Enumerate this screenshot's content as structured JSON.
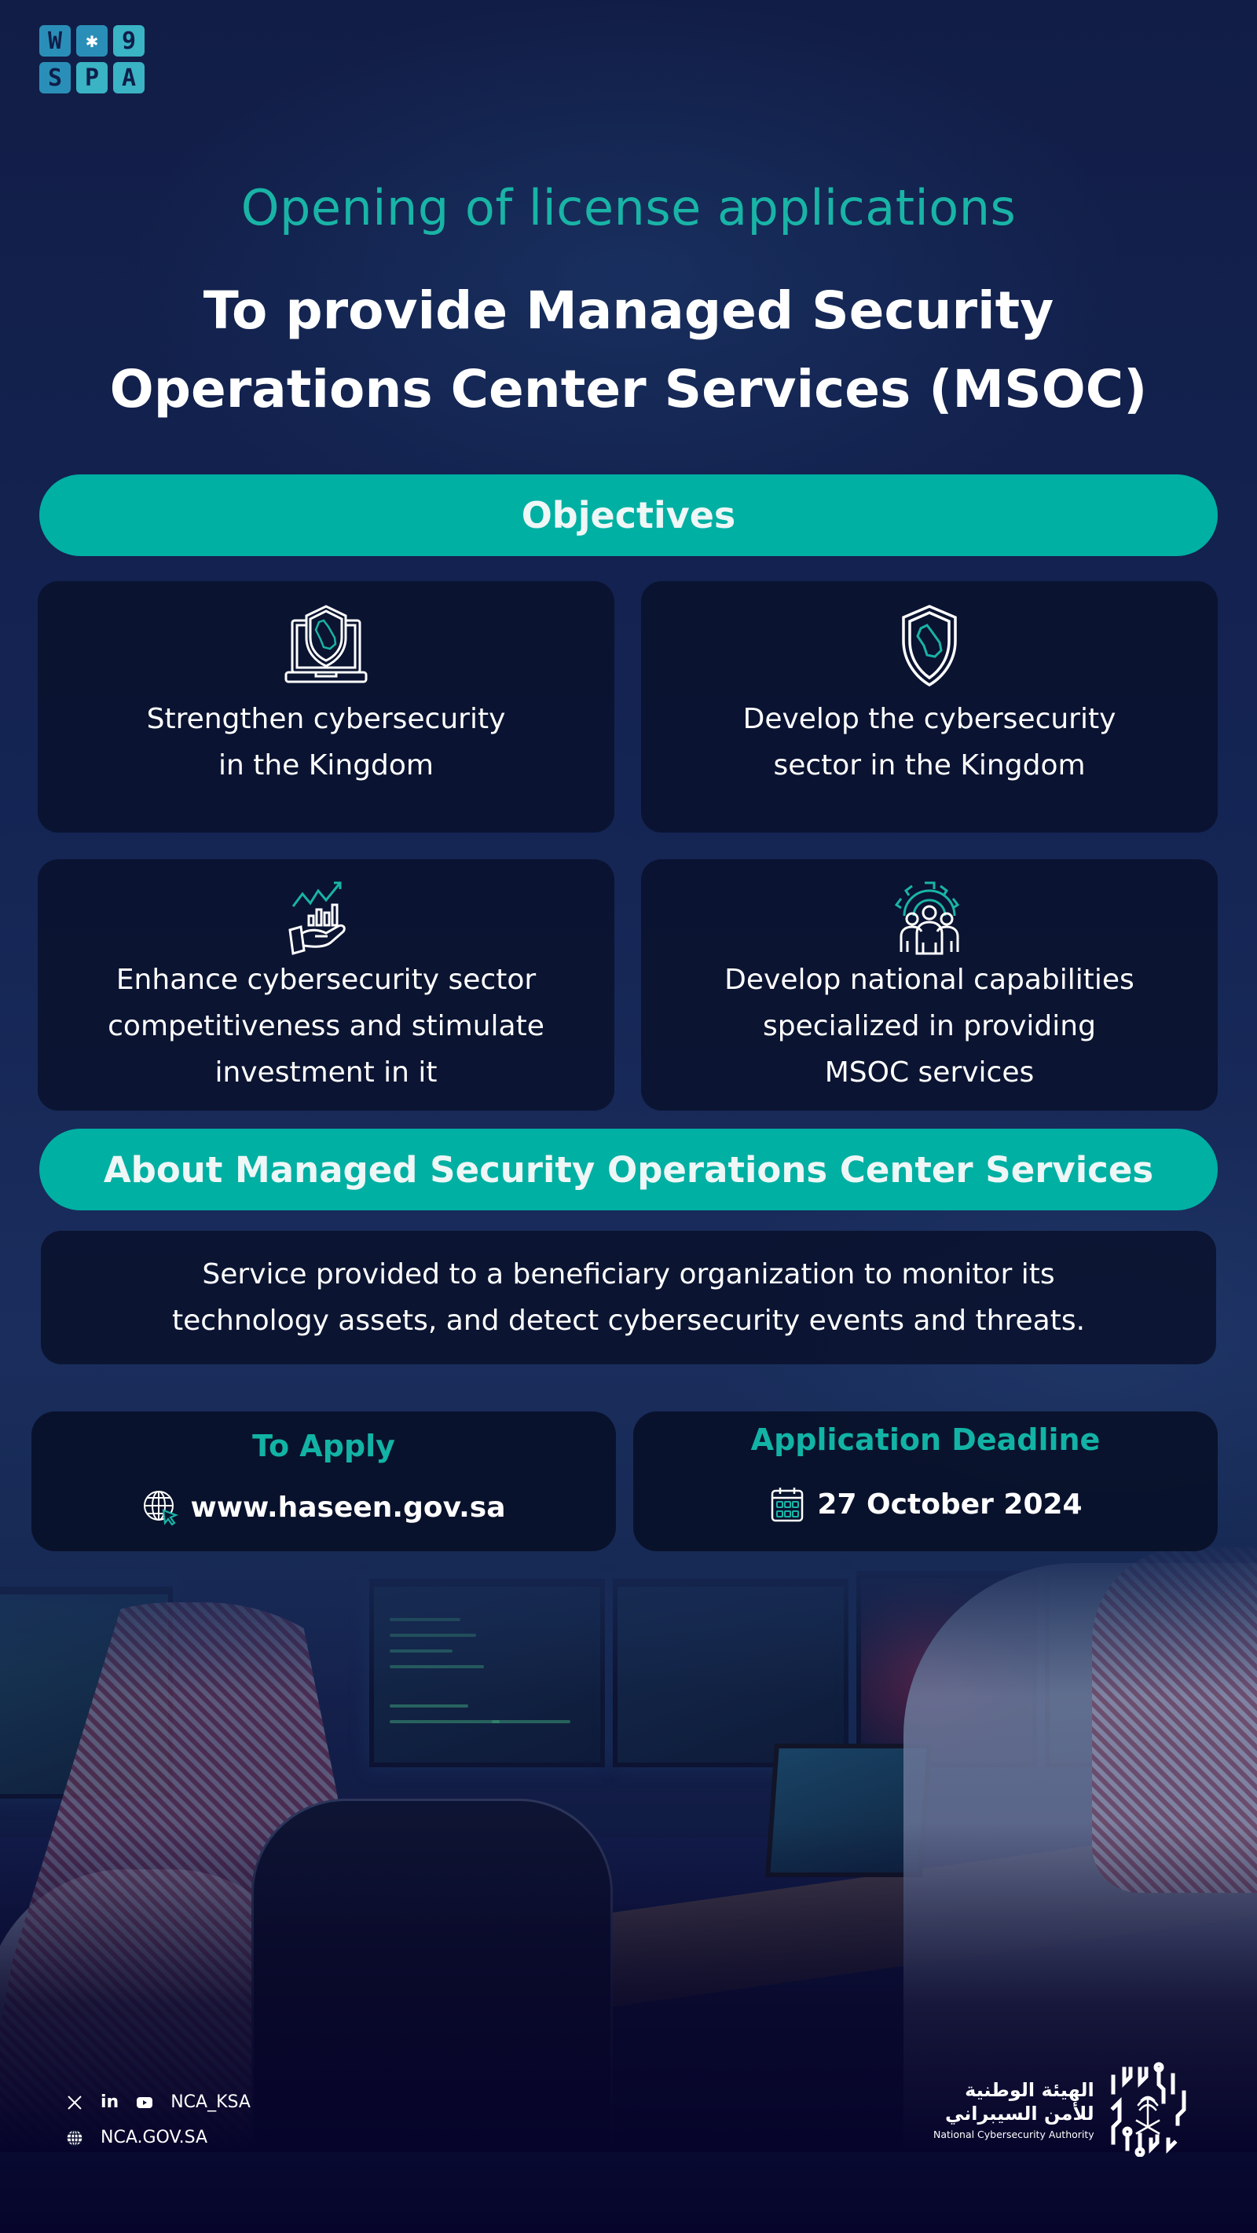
{
  "brand": {
    "spa_logo": {
      "top_row": [
        "W",
        "palm-sword-emblem",
        "9"
      ],
      "bottom_row": [
        "S",
        "P",
        "A"
      ],
      "colors": [
        "#2a8fb8",
        "#3ab3c4"
      ]
    },
    "accent_color": "#00b0a3",
    "heading_teal": "#19b4a6"
  },
  "header": {
    "kicker": "Opening of license applications",
    "title_line1": "To provide Managed Security",
    "title_line2": "Operations Center Services (MSOC)"
  },
  "objectives": {
    "heading": "Objectives",
    "items": [
      {
        "icon": "laptop-shield-map-icon",
        "line1": "Strengthen cybersecurity",
        "line2": "in the Kingdom",
        "line3": ""
      },
      {
        "icon": "shield-map-icon",
        "line1": "Develop the cybersecurity",
        "line2": "sector in the Kingdom",
        "line3": ""
      },
      {
        "icon": "hand-growth-chart-icon",
        "line1": "Enhance cybersecurity sector",
        "line2": "competitiveness and stimulate",
        "line3": "investment in it"
      },
      {
        "icon": "team-gear-icon",
        "line1": "Develop national capabilities",
        "line2": "specialized in providing",
        "line3": "MSOC services"
      }
    ]
  },
  "about": {
    "heading": "About Managed Security Operations Center Services",
    "line1": "Service provided to a beneficiary organization to monitor its",
    "line2": "technology assets, and detect cybersecurity events and threats."
  },
  "apply": {
    "label": "To Apply",
    "icon": "globe-cursor-icon",
    "url": "www.haseen.gov.sa"
  },
  "deadline": {
    "label": "Application Deadline",
    "icon": "calendar-icon",
    "date": "27 October 2024"
  },
  "footer": {
    "social_icons": [
      "x-icon",
      "linkedin-icon",
      "youtube-icon"
    ],
    "linkedin_glyph": "in",
    "handle": "NCA_KSA",
    "website": "NCA.GOV.SA",
    "org_name_ar_line1": "الهيئة الوطنية",
    "org_name_ar_line2": "للأمن السيبراني",
    "org_name_en": "National Cybersecurity Authority"
  }
}
